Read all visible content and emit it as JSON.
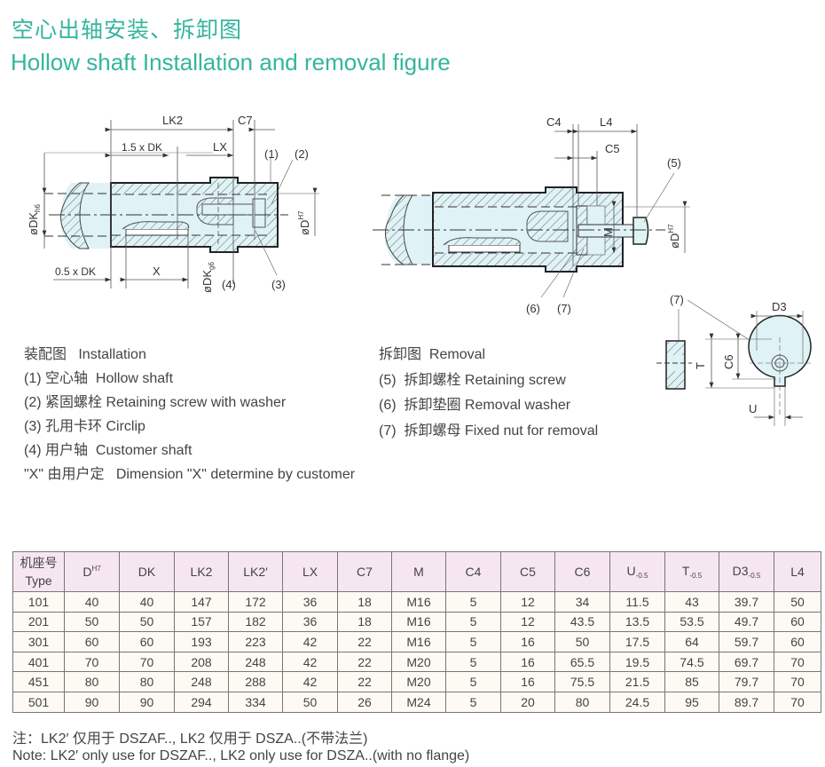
{
  "header": {
    "title_cn": "空心出轴安装、拆卸图",
    "title_en": "Hollow shaft Installation and removal figure"
  },
  "colors": {
    "title": "#35b59e",
    "part_fill": "#dff2f6",
    "table_header_bg": "#f6e6f2",
    "table_body_bg": "#fdfaf4"
  },
  "installation_figure": {
    "labels": {
      "lk2": "LK2",
      "c7": "C7",
      "one_five_dk": "1.5 x DK",
      "lx": "LX",
      "p1": "(1)",
      "p2": "(2)",
      "p3": "(3)",
      "p4": "(4)",
      "dk_h6": "øDK",
      "dk_h6_sub": "h6",
      "d_h7": "øD",
      "d_h7_sup": "H7",
      "half_dk": "0.5 x DK",
      "x": "X",
      "dk_g6": "øDK",
      "dk_g6_sub": "g6"
    }
  },
  "removal_figure": {
    "labels": {
      "c4": "C4",
      "l4": "L4",
      "c5": "C5",
      "p5": "(5)",
      "p6": "(6)",
      "p7": "(7)",
      "m": "M",
      "d_h7": "øD",
      "d_h7_sup": "H7"
    }
  },
  "nut_figure": {
    "labels": {
      "p7": "(7)",
      "d3": "D3",
      "t": "T",
      "c6": "C6",
      "u": "U"
    }
  },
  "legend_installation": {
    "heading_cn": "装配图",
    "heading_en": "Installation",
    "items": [
      {
        "num": "(1)",
        "cn": "空心轴",
        "en": "Hollow shaft"
      },
      {
        "num": "(2)",
        "cn": "紧固螺栓",
        "en": "Retaining screw with washer"
      },
      {
        "num": "(3)",
        "cn": "孔用卡环",
        "en": "Circlip"
      },
      {
        "num": "(4)",
        "cn": "用户轴",
        "en": "Customer shaft"
      }
    ],
    "x_note_cn": "\"X\" 由用户定",
    "x_note_en": "Dimension \"X\"  determine by customer"
  },
  "legend_removal": {
    "heading_cn": "拆卸图",
    "heading_en": "Removal",
    "items": [
      {
        "num": "(5)",
        "cn": "拆卸螺栓",
        "en": "Retaining screw"
      },
      {
        "num": "(6)",
        "cn": "拆卸垫圈",
        "en": "Removal washer"
      },
      {
        "num": "(7)",
        "cn": "拆卸螺母",
        "en": "Fixed nut for removal"
      }
    ]
  },
  "table": {
    "headers": [
      {
        "cn": "机座号",
        "en": "Type"
      },
      {
        "main": "D",
        "sup": "H7"
      },
      {
        "main": "DK"
      },
      {
        "main": "LK2"
      },
      {
        "main": "LK2′"
      },
      {
        "main": "LX"
      },
      {
        "main": "C7"
      },
      {
        "main": "M"
      },
      {
        "main": "C4"
      },
      {
        "main": "C5"
      },
      {
        "main": "C6"
      },
      {
        "main": "U",
        "sub": "-0.5"
      },
      {
        "main": "T",
        "sub": "-0.5"
      },
      {
        "main": "D3",
        "sub": "-0.5"
      },
      {
        "main": "L4"
      }
    ],
    "rows": [
      [
        "101",
        "40",
        "40",
        "147",
        "172",
        "36",
        "18",
        "M16",
        "5",
        "12",
        "34",
        "11.5",
        "43",
        "39.7",
        "50"
      ],
      [
        "201",
        "50",
        "50",
        "157",
        "182",
        "36",
        "18",
        "M16",
        "5",
        "12",
        "43.5",
        "13.5",
        "53.5",
        "49.7",
        "60"
      ],
      [
        "301",
        "60",
        "60",
        "193",
        "223",
        "42",
        "22",
        "M16",
        "5",
        "16",
        "50",
        "17.5",
        "64",
        "59.7",
        "60"
      ],
      [
        "401",
        "70",
        "70",
        "208",
        "248",
        "42",
        "22",
        "M20",
        "5",
        "16",
        "65.5",
        "19.5",
        "74.5",
        "69.7",
        "70"
      ],
      [
        "451",
        "80",
        "80",
        "248",
        "288",
        "42",
        "22",
        "M20",
        "5",
        "16",
        "75.5",
        "21.5",
        "85",
        "79.7",
        "70"
      ],
      [
        "501",
        "90",
        "90",
        "294",
        "334",
        "50",
        "26",
        "M24",
        "5",
        "20",
        "80",
        "24.5",
        "95",
        "89.7",
        "70"
      ]
    ]
  },
  "notes": {
    "cn": "注：LK2′ 仅用于 DSZAF.., LK2 仅用于 DSZA..(不带法兰)",
    "en": "Note: LK2′ only use for DSZAF.., LK2 only use for DSZA..(with no  flange)"
  }
}
